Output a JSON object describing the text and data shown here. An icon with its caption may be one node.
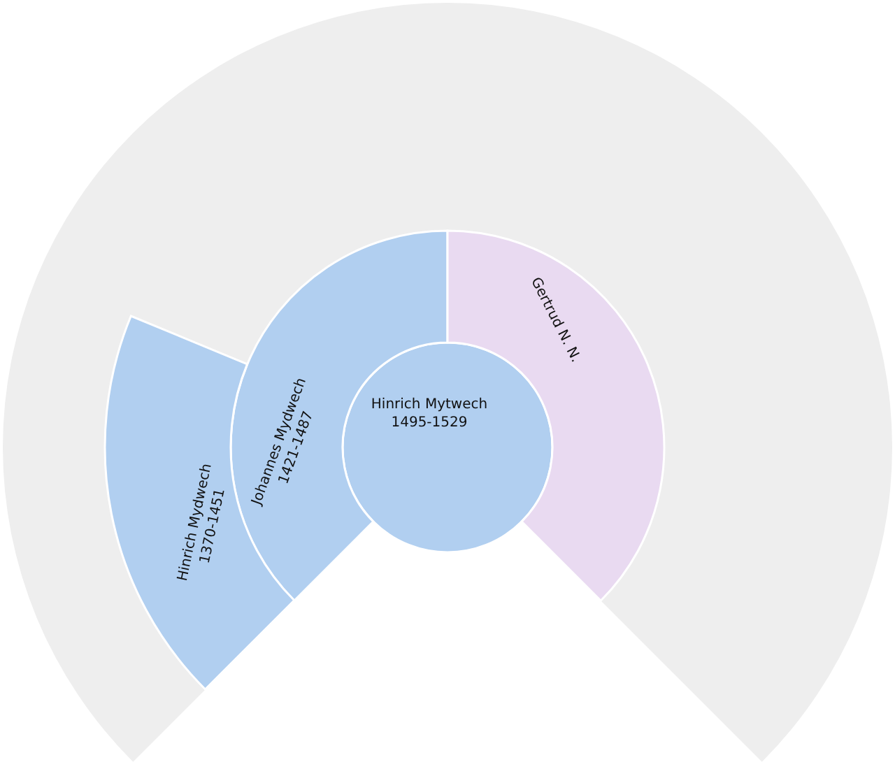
{
  "diagram": {
    "nodes": [
      {
        "text": [
          "Hinrich Mytwech",
          "1495-1529"
        ]
      },
      {
        "text": [
          "Johannes Mydwech",
          "1421-1487"
        ]
      },
      {
        "text": [
          "Hinrich Mydwech",
          "1370-1451"
        ]
      },
      {
        "text": [
          "Gertrud N. N."
        ]
      }
    ]
  }
}
